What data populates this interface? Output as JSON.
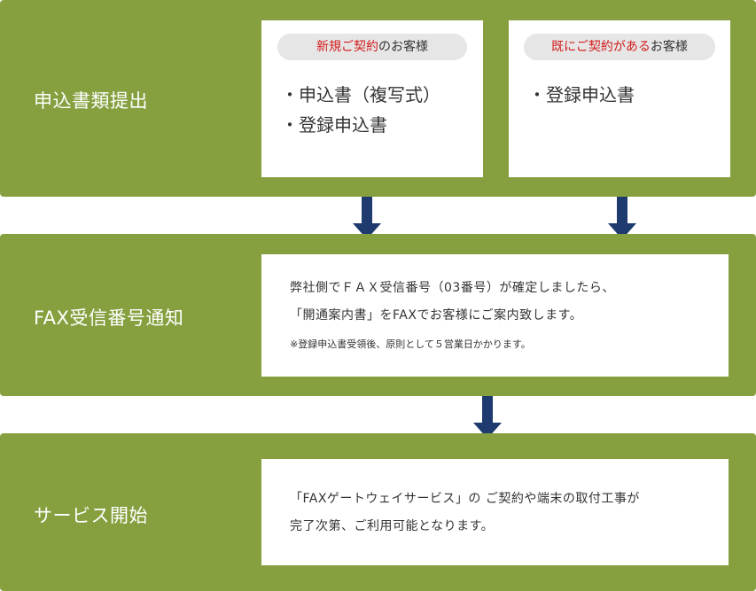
{
  "colors": {
    "band": "#86a03f",
    "arrow": "#1e3a6e",
    "highlight": "#d31c1c",
    "pill": "#e6e6e6"
  },
  "step1": {
    "label": "申込書類提出",
    "new_customer": {
      "pill_highlight": "新規ご契約",
      "pill_rest": "のお客様",
      "items": [
        "申込書（複写式）",
        "登録申込書"
      ]
    },
    "existing_customer": {
      "pill_highlight": "既にご契約がある",
      "pill_rest": "お客様",
      "items": [
        "登録申込書"
      ]
    }
  },
  "step2": {
    "label": "FAX受信番号通知",
    "line1": "弊社側でＦＡＸ受信番号（03番号）が確定しましたら、",
    "line2": "「開通案内書」をFAXでお客様にご案内致します。",
    "note": "※登録申込書受領後、原則として５営業日かかります。"
  },
  "step3": {
    "label": "サービス開始",
    "line1": "「FAXゲートウェイサービス」の ご契約や端末の取付工事が",
    "line2": "完了次第、ご利用可能となります。"
  }
}
